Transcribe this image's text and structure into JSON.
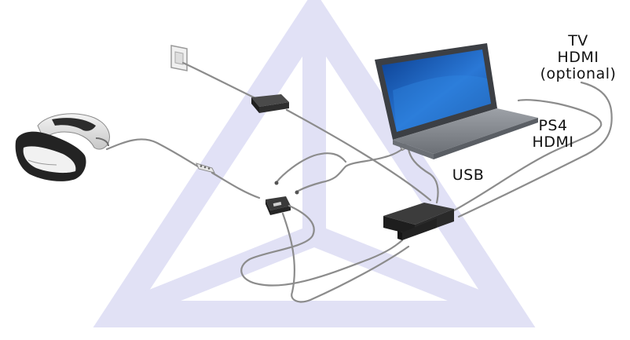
{
  "labels": {
    "tv_line1": "TV",
    "tv_line2": "HDMI",
    "tv_line3": "(optional)",
    "ps4_line1": "PS4",
    "ps4_line2": "HDMI",
    "usb": "USB"
  },
  "colors": {
    "watermark": "#c9c9ee",
    "cable": "#8c8c8c",
    "device_dark": "#2a2a2a",
    "screen_blue": "#1f5fb5",
    "laptop_body": "#8f9399",
    "label_text": "#111111"
  }
}
